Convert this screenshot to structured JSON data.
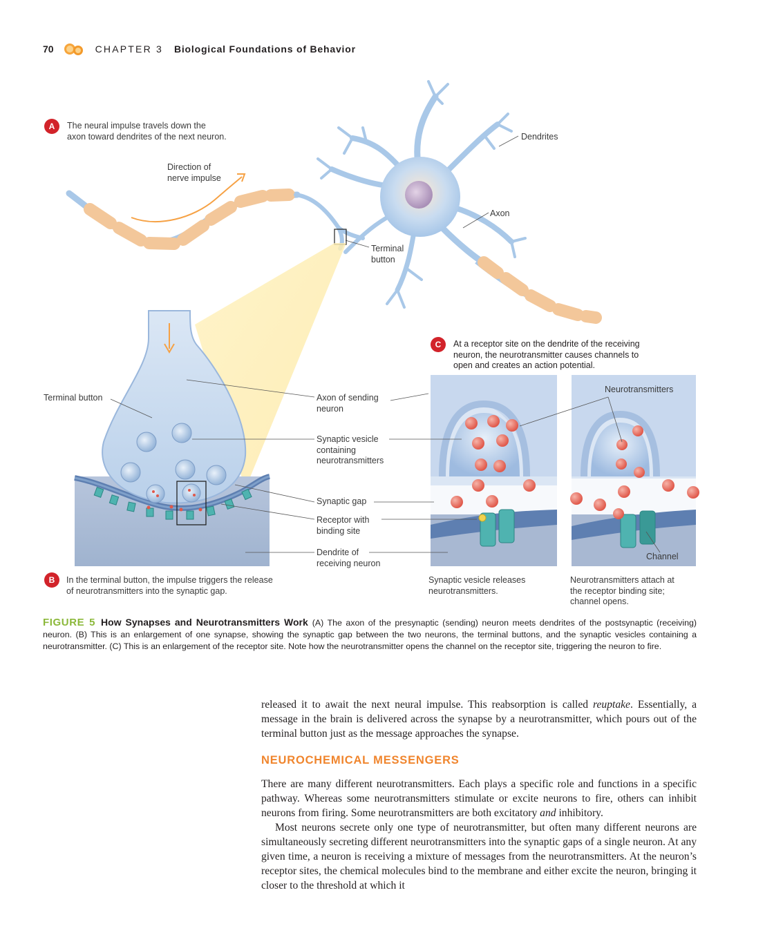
{
  "header": {
    "page_number": "70",
    "chapter_label": "CHAPTER 3",
    "chapter_title": "Biological Foundations of Behavior"
  },
  "figure": {
    "part_a": {
      "badge": "A",
      "text": "The neural impulse travels down the\naxon toward dendrites of the next neuron.",
      "direction_label": "Direction of\nnerve impulse",
      "dendrites_label": "Dendrites",
      "axon_label": "Axon",
      "terminal_button_label": "Terminal\nbutton"
    },
    "part_b": {
      "badge": "B",
      "text": "In the terminal button, the impulse triggers the release\nof neurotransmitters into the synaptic gap.",
      "terminal_button_label": "Terminal button",
      "axon_sending_label": "Axon of sending\nneuron",
      "vesicle_label": "Synaptic vesicle\ncontaining\nneurotransmitters",
      "gap_label": "Synaptic gap",
      "receptor_label": "Receptor with\nbinding site",
      "dendrite_label": "Dendrite of\nreceiving neuron"
    },
    "part_c": {
      "badge": "C",
      "text": "At a receptor site on the dendrite of the receiving\nneuron, the neurotransmitter causes channels to\nopen and creates an action potential.",
      "neurotransmitters_label": "Neurotransmitters",
      "channel_label": "Channel",
      "left_caption": "Synaptic vesicle releases\nneurotransmitters.",
      "right_caption": "Neurotransmitters attach at\nthe receptor binding site;\nchannel opens."
    },
    "caption": {
      "figure_number": "FIGURE 5",
      "title": "How Synapses and Neurotransmitters Work",
      "text": "(A) The axon of the presynaptic (sending) neuron meets dendrites of the postsynaptic (receiving) neuron. (B) This is an enlargement of one synapse, showing the synaptic gap between the two neurons, the terminal buttons, and the synaptic vesicles containing a neurotransmitter. (C) This is an enlargement of the receptor site. Note how the neurotransmitter opens the channel on the receptor site, triggering the neuron to fire."
    }
  },
  "body": {
    "para1_a": "released it to await the next neural impulse. This reabsorption is called ",
    "para1_em": "reuptake",
    "para1_b": ". Essentially, a message in the brain is delivered across the synapse by a neurotransmitter, which pours out of the terminal button just as the message approaches the synapse.",
    "section_heading": "NEUROCHEMICAL MESSENGERS",
    "para2_a": "There are many different neurotransmitters. Each plays a specific role and functions in a specific pathway. Whereas some neurotransmitters stimulate or excite neurons to fire, others can inhibit neurons from firing. Some neurotransmitters are both excitatory ",
    "para2_em": "and",
    "para2_b": " inhibitory.",
    "para3": "Most neurons secrete only one type of neurotransmitter, but often many different neurons are simultaneously secreting different neurotransmitters into the synaptic gaps of a single neuron. At any given time, a neuron is receiving a mixture of messages from the neurotransmitters. At the neuron’s receptor sites, the chemical molecules bind to the membrane and either excite the neuron, bringing it closer to the threshold at which it"
  },
  "colors": {
    "accent_orange": "#f0852d",
    "figure_green": "#8bb83a",
    "badge_red": "#d2232a",
    "neuron_blue": "#a9c8e8",
    "myelin": "#f3c79a",
    "receptor_teal": "#4fb3b0",
    "neurotransmitter": "#e86a5c"
  }
}
